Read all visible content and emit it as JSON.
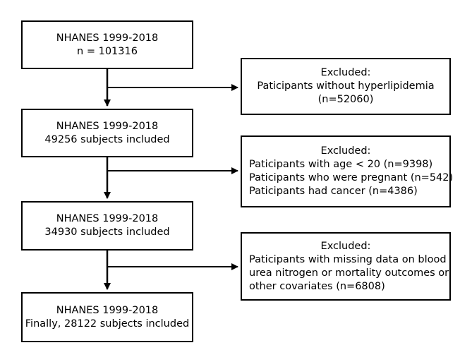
{
  "main_boxes": [
    {
      "line1": "NHANES 1999-2018",
      "line2": "n = 101316"
    },
    {
      "line1": "NHANES 1999-2018",
      "line2": "49256 subjects included"
    },
    {
      "line1": "NHANES 1999-2018",
      "line2": "34930 subjects included"
    },
    {
      "line1": "NHANES 1999-2018",
      "line2": "Finally, 28122 subjects included"
    }
  ],
  "exclusion_boxes": [
    {
      "title": "Excluded:",
      "lines": [
        "Paticipants without hyperlipidemia",
        "(n=52060)"
      ]
    },
    {
      "title": "Excluded:",
      "lines": [
        "Paticipants with age < 20 (n=9398)",
        "Paticipants who were pregnant (n=542)",
        "Paticipants had cancer (n=4386)"
      ]
    },
    {
      "title": "Excluded:",
      "lines": [
        "Paticipants with missing data on blood",
        "urea nitrogen or mortality outcomes or",
        "other covariates (n=6808)"
      ]
    }
  ]
}
